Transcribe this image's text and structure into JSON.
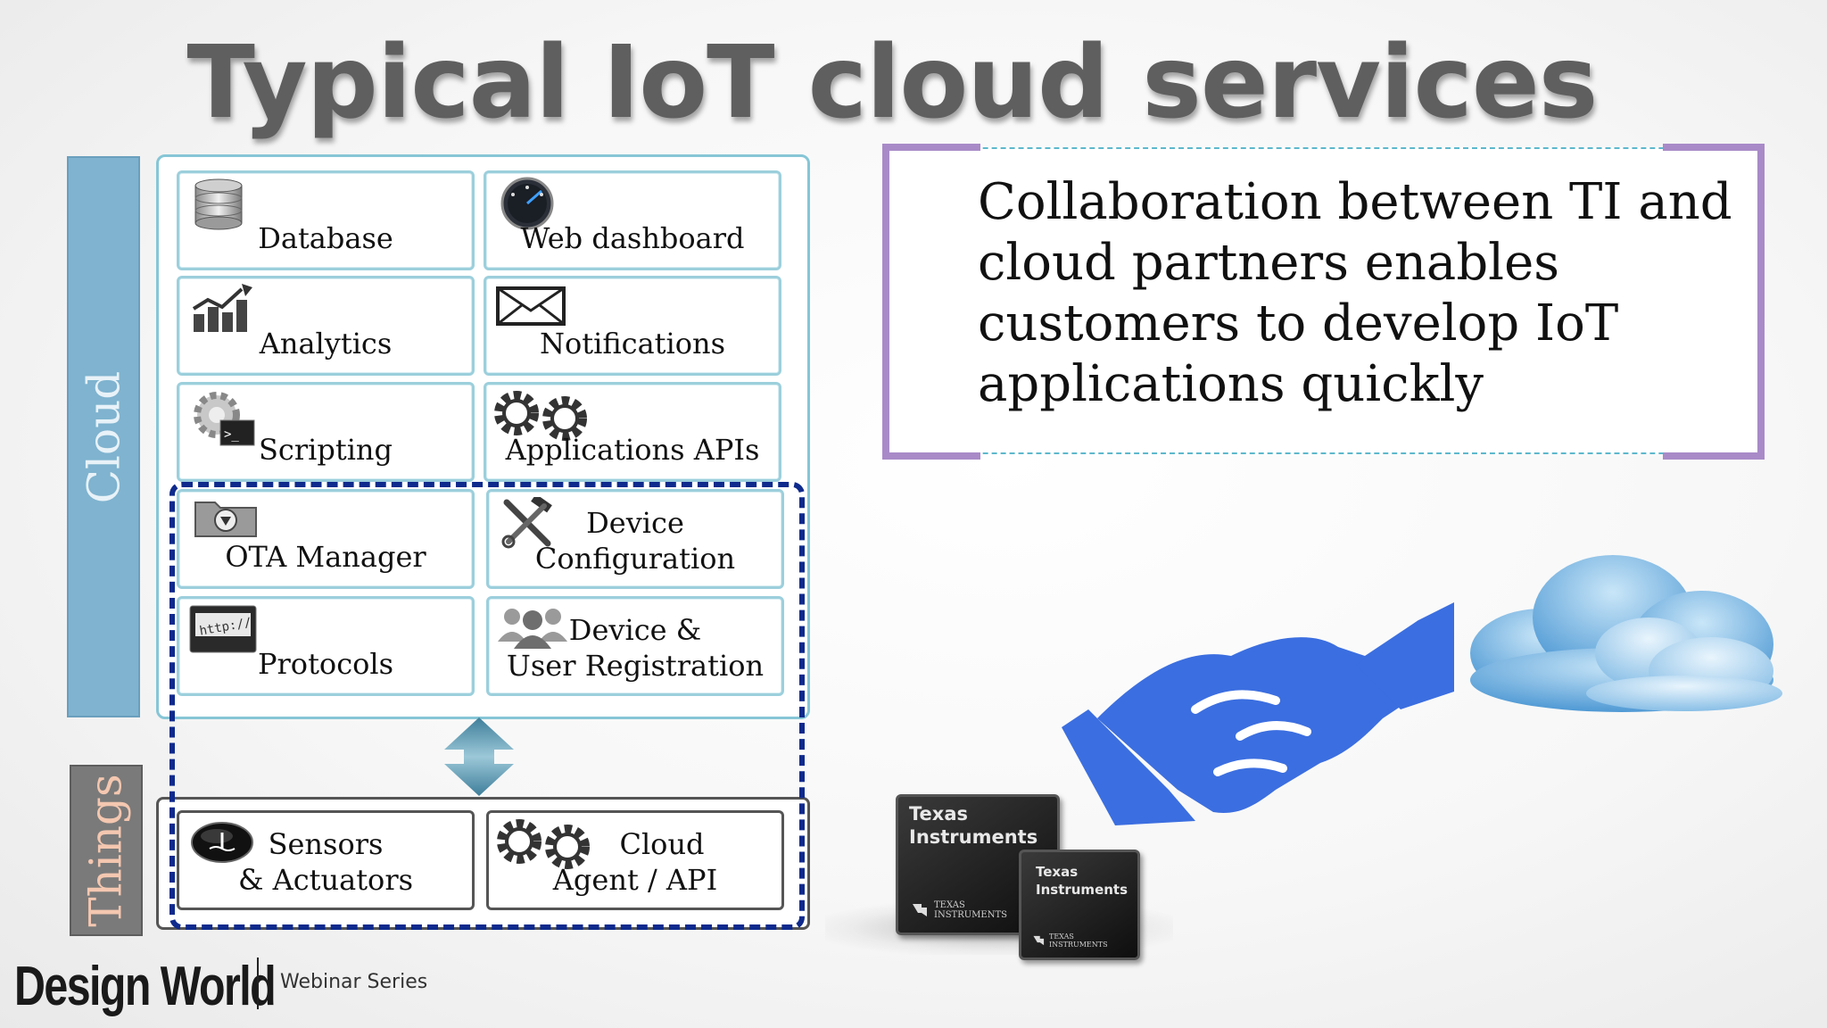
{
  "title": "Typical IoT cloud services",
  "side_labels": {
    "cloud": "Cloud",
    "things": "Things"
  },
  "cloud_services": [
    {
      "label": "Database",
      "icon": "database-icon"
    },
    {
      "label": "Web dashboard",
      "icon": "gauge-icon"
    },
    {
      "label": "Analytics",
      "icon": "chart-icon"
    },
    {
      "label": "Notifications",
      "icon": "envelope-icon"
    },
    {
      "label": "Scripting",
      "icon": "gear-terminal-icon"
    },
    {
      "label": "Applications APIs",
      "icon": "gears-icon"
    },
    {
      "label": "OTA Manager",
      "icon": "download-folder-icon"
    },
    {
      "label_lines": [
        "Device",
        "Configuration"
      ],
      "icon": "tools-icon"
    },
    {
      "label": "Protocols",
      "icon": "http-icon"
    },
    {
      "label_lines": [
        "Device &",
        "User Registration"
      ],
      "icon": "users-icon"
    }
  ],
  "things_services": [
    {
      "label_lines": [
        "Sensors",
        "& Actuators"
      ],
      "icon": "sensor-icon"
    },
    {
      "label_lines": [
        "Cloud",
        "Agent / API"
      ],
      "icon": "gears-icon"
    }
  ],
  "note": "Collaboration between TI and cloud partners enables customers to develop IoT applications quickly",
  "chips": [
    {
      "line1": "Texas",
      "line2": "Instruments",
      "logo": "TEXAS INSTRUMENTS"
    },
    {
      "line1": "Texas",
      "line2": "Instruments",
      "logo": "TEXAS INSTRUMENTS"
    }
  ],
  "footer": {
    "brand": "Design World",
    "series": "Webinar Series"
  },
  "colors": {
    "cloud_label_bg": "#7fb3cf",
    "things_label_bg": "#7a7a7a",
    "dashed_group": "#0e2a8c",
    "handshake": "#3b6ee0",
    "note_accent": "#a98ac8"
  }
}
